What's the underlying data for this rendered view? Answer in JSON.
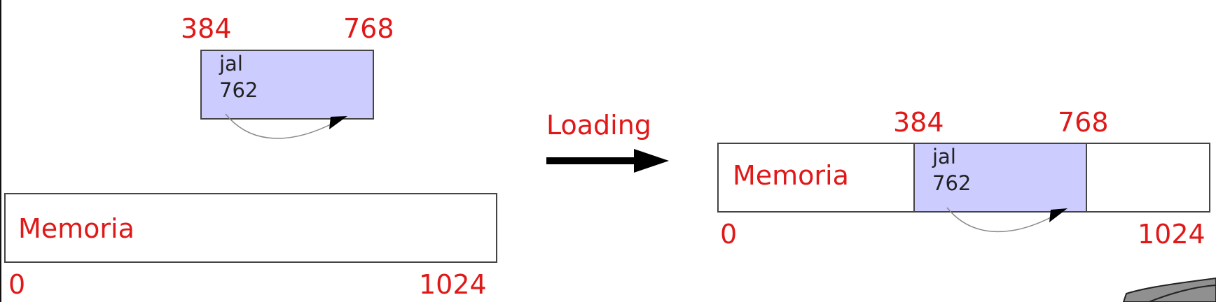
{
  "before": {
    "program": {
      "start": "384",
      "end": "768",
      "instr_op": "jal",
      "instr_arg": "762"
    },
    "memory": {
      "label": "Memoria",
      "start": "0",
      "end": "1024"
    }
  },
  "transition": {
    "label": "Loading"
  },
  "after": {
    "program": {
      "start": "384",
      "end": "768",
      "instr_op": "jal",
      "instr_arg": "762"
    },
    "memory": {
      "label": "Memoria",
      "start": "0",
      "end": "1024"
    }
  },
  "colors": {
    "label_red": "#e01818",
    "program_fill": "#ccccff",
    "memory_fill": "#ffffff",
    "border": "#444444"
  }
}
